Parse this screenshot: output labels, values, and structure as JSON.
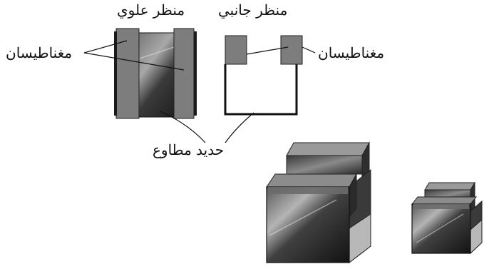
{
  "labels": {
    "top_view": "منظر علوي",
    "side_view": "منظر جانبي",
    "magnets_left": "مغناطيسان",
    "magnets_right": "مغناطيسان",
    "soft_iron": "حديد مطاوع"
  },
  "colors": {
    "magnet_gray": "#7d7d7d",
    "iron_dark": "#2a2a2a",
    "iron_light": "#9a9a9a",
    "outline": "#111111"
  }
}
